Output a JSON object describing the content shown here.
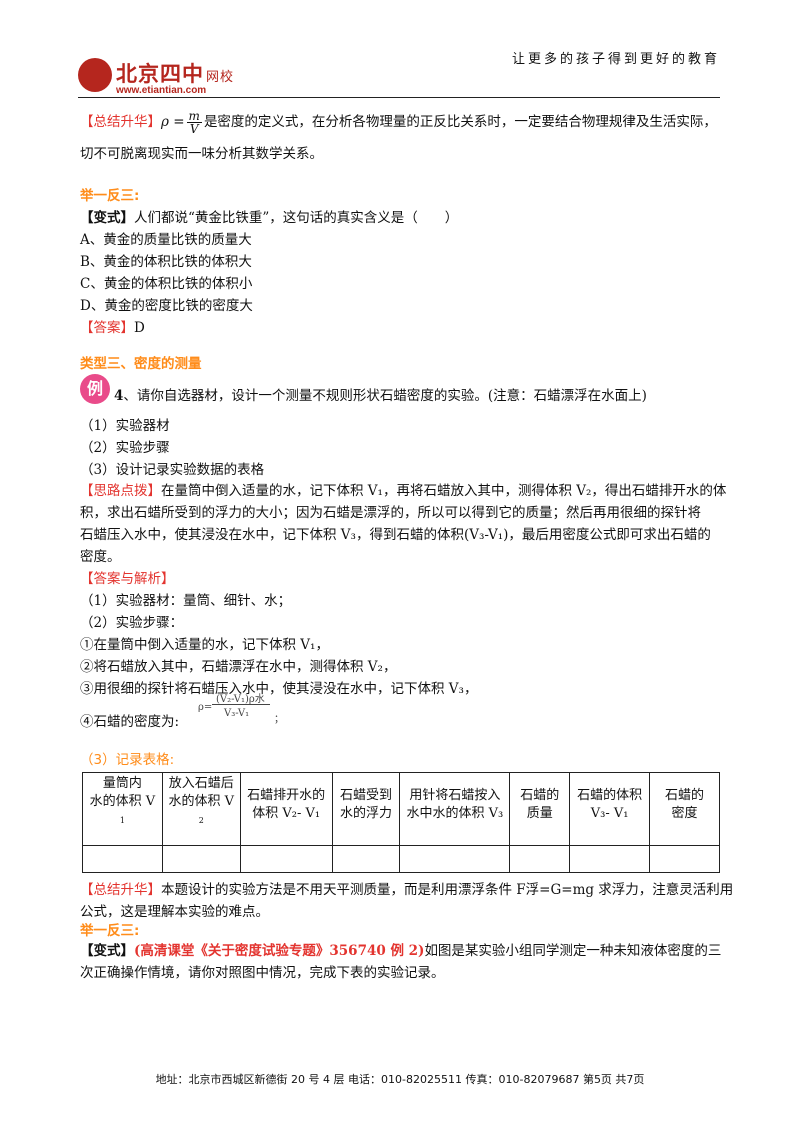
{
  "header": {
    "logo_cn": "北京四中",
    "logo_suffix": "网校",
    "logo_url": "www.etiantian.com",
    "slogan": "让更多的孩子得到更好的教育"
  },
  "summary1": {
    "tag": "【总结升华】",
    "formula_lhs": "ρ =",
    "formula_num": "m",
    "formula_den": "V",
    "text1": "是密度的定义式，在分析各物理量的正反比关系时，一定要结合物理规律及生活实际，",
    "text2": "切不可脱离现实而一味分析其数学关系。"
  },
  "practice1": {
    "heading": "举一反三:",
    "question_tag": "【变式】",
    "question": "人们都说“黄金比铁重”，这句话的真实含义是（　　）",
    "options": [
      "A、黄金的质量比铁的质量大",
      "B、黄金的体积比铁的体积大",
      "C、黄金的体积比铁的体积小",
      "D、黄金的密度比铁的密度大"
    ],
    "answer_tag": "【答案】",
    "answer": "D"
  },
  "section3": {
    "heading": "类型三、密度的测量",
    "badge": "例",
    "question_no": "4",
    "question": "、请你自选器材，设计一个测量不规则形状石蜡密度的实验。(注意：石蜡漂浮在水面上)",
    "parts": [
      "（1）实验器材",
      "（2）实验步骤",
      "（3）设计记录实验数据的表格"
    ],
    "hint_tag": "【思路点拨】",
    "hint_lines": [
      "在量筒中倒入适量的水，记下体积 V₁，再将石蜡放入其中，测得体积 V₂，得出石蜡排开水的体",
      "积，求出石蜡所受到的浮力的大小；因为石蜡是漂浮的，所以可以得到它的质量；然后再用很细的探针将",
      "石蜡压入水中，使其浸没在水中，记下体积 V₃，得到石蜡的体积(V₃-V₁)，最后用密度公式即可求出石蜡的",
      "密度。"
    ],
    "answer_tag": "【答案与解析】",
    "answer_lines": [
      "（1）实验器材：量筒、细针、水；",
      "（2）实验步骤：",
      "①在量筒中倒入适量的水，记下体积 V₁，",
      "②将石蜡放入其中，石蜡漂浮在水中，测得体积 V₂，",
      "③用很细的探针将石蜡压入水中，使其浸没在水中，记下体积 V₃，"
    ],
    "step4_text": "④石蜡的密度为:",
    "step4_formula_num": "(V₂-V₁)ρ水",
    "step4_formula_den": "V₃-V₁",
    "step4_lhs": "ρ=",
    "step4_end": "；",
    "table_title": "（3）记录表格:"
  },
  "record_table": {
    "headers": [
      [
        "量筒内",
        "水的体积 V",
        "1"
      ],
      [
        "放入石蜡后",
        "水的体积 V",
        "2"
      ],
      [
        "石蜡排开水的",
        "体积 V₂- V₁"
      ],
      [
        "石蜡受到",
        "水的浮力"
      ],
      [
        "用针将石蜡按入",
        "水中水的体积 V₃"
      ],
      [
        "石蜡的",
        "质量"
      ],
      [
        "石蜡的体积",
        "V₃- V₁"
      ],
      [
        "石蜡的",
        "密度"
      ]
    ]
  },
  "summary2": {
    "tag": "【总结升华】",
    "text1": "本题设计的实验方法是不用天平测质量，而是利用漂浮条件 F浮=G=mg 求浮力，注意灵活利用",
    "text2": "公式，这是理解本实验的难点。"
  },
  "practice2": {
    "heading": "举一反三:",
    "tag": "【变式】",
    "ref": "(高清课堂《关于密度试验专题》356740 例 2)",
    "text1": "如图是某实验小组同学测定一种未知液体密度的三",
    "text2": "次正确操作情境，请你对照图中情况，完成下表的实验记录。"
  },
  "footer": {
    "text": "地址：北京市西城区新德街 20 号 4 层  电话：010-82025511  传真：010-82079687  第5页  共7页"
  },
  "colors": {
    "red": "#e3342f",
    "orange": "#ff8c1a",
    "brand": "#b5261e"
  }
}
